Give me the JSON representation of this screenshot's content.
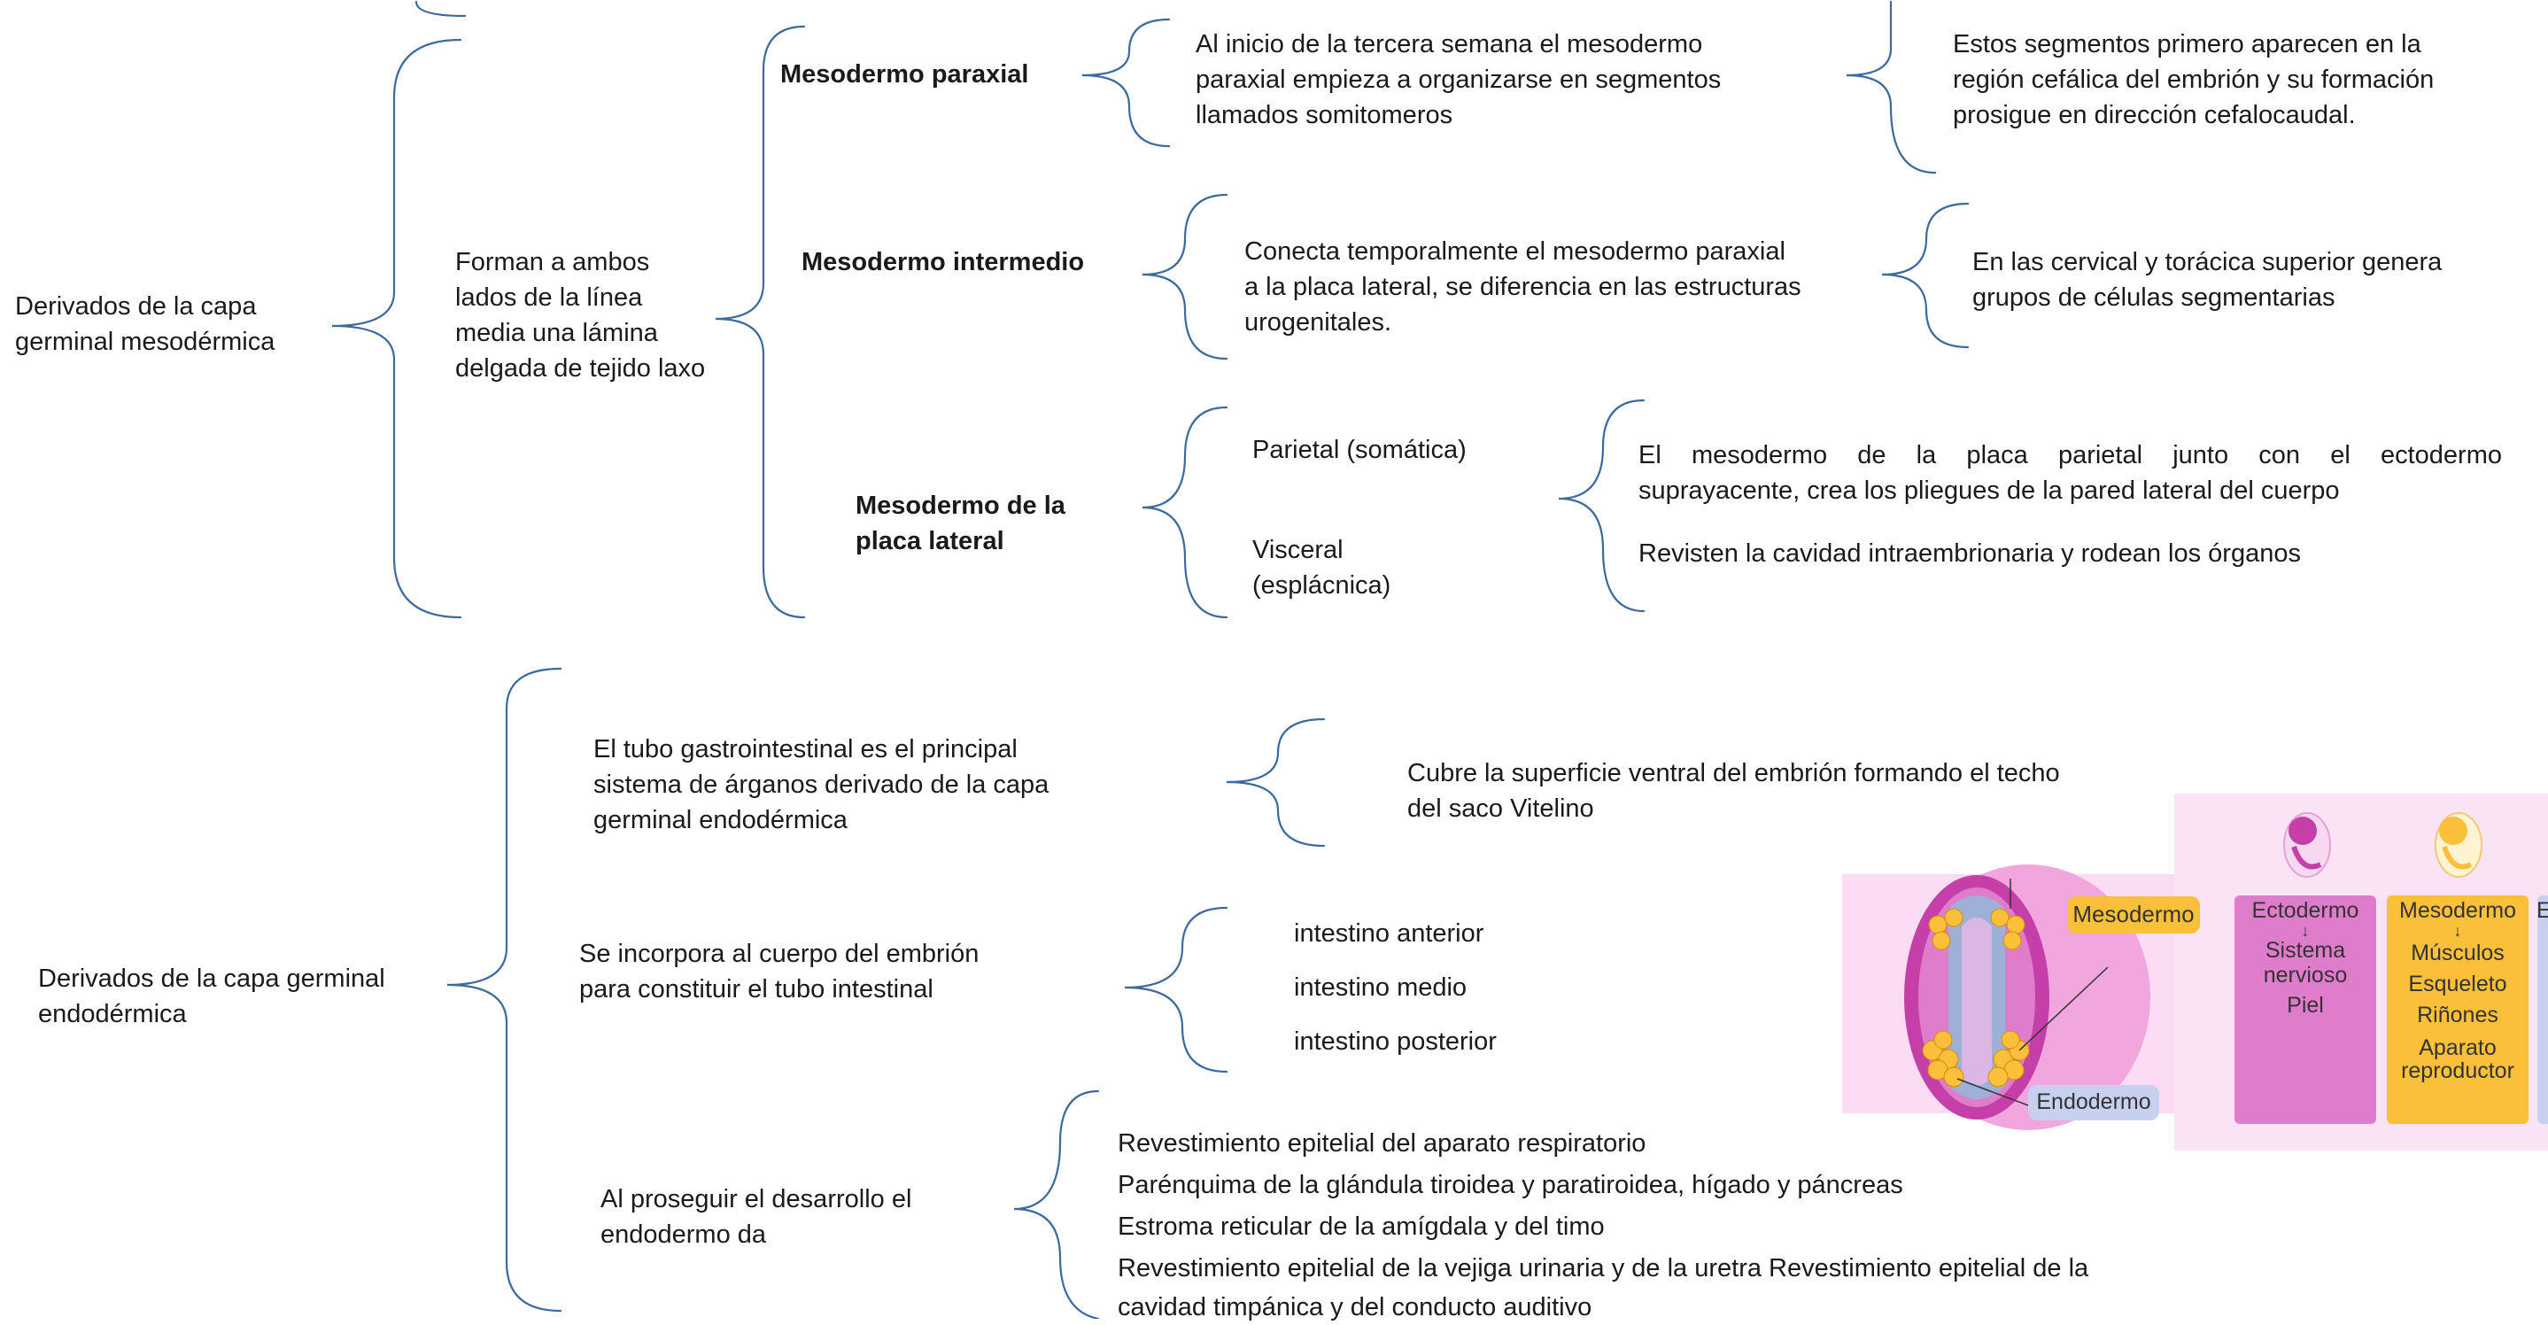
{
  "mesoderm": {
    "root": [
      "Derivados de la capa",
      "germinal mesodérmica"
    ],
    "forman": [
      "Forman a ambos",
      "lados de la línea",
      "media una lámina",
      "delgada de tejido laxo"
    ],
    "paraxial": {
      "title": "Mesodermo paraxial",
      "desc": [
        "Al inicio de la tercera semana el mesodermo",
        "paraxial empieza a organizarse en segmentos",
        "llamados somitomeros"
      ],
      "detail": [
        "Estos segmentos primero aparecen en la",
        "región cefálica del embrión y su formación",
        "prosigue en dirección cefalocaudal."
      ]
    },
    "intermedio": {
      "title": "Mesodermo intermedio",
      "desc": [
        "Conecta temporalmente el mesodermo paraxial",
        "a la placa lateral, se diferencia en las estructuras",
        "urogenitales."
      ],
      "detail": [
        "En las cervical y torácica superior genera",
        "grupos de células segmentarias"
      ]
    },
    "lateral": {
      "title": [
        "Mesodermo de la",
        "placa lateral"
      ],
      "parietal": "Parietal (somática)",
      "visceral": [
        "Visceral",
        "(esplácnica)"
      ],
      "detail1": [
        "El mesodermo de la placa parietal junto con el ectodermo",
        "suprayacente, crea los pliegues de la pared lateral del cuerpo"
      ],
      "detail2": "Revisten la cavidad intraembrionaria y rodean los órganos"
    }
  },
  "endoderm": {
    "root": [
      "Derivados de la capa germinal",
      "endodérmica"
    ],
    "tubo": [
      "El tubo gastrointestinal es el principal",
      "sistema de árganos derivado de la capa",
      "germinal endodérmica"
    ],
    "tubo_detail": [
      "Cubre la superficie ventral del embrión formando el techo",
      "del saco Vitelino"
    ],
    "incorpora": [
      "Se incorpora al cuerpo del embrión",
      "para constituir el tubo intestinal"
    ],
    "intestinos": [
      "intestino anterior",
      "intestino medio",
      "intestino posterior"
    ],
    "prosigue": [
      "Al proseguir el desarrollo el",
      "endodermo da"
    ],
    "derivados": [
      "Revestimiento epitelial del aparato respiratorio",
      "Parénquima de la glándula tiroidea y paratiroidea, hígado y páncreas",
      "Estroma reticular de la amígdala y del timo",
      "Revestimiento epitelial de la vejiga urinaria y de la uretra Revestimiento epitelial de la",
      "cavidad timpánica y del conducto auditivo"
    ]
  },
  "figure": {
    "label_mesodermo": "Mesodermo",
    "label_endodermo": "Endodermo",
    "col_ecto": {
      "title": "Ectodermo",
      "arrow": "↓",
      "items": [
        "Sistema",
        "nervioso",
        "Piel"
      ]
    },
    "col_meso": {
      "title": "Mesodermo",
      "arrow": "↓",
      "items": [
        "Músculos",
        "Esqueleto",
        "Riñones",
        "Aparato",
        "reproductor"
      ]
    },
    "col_endo_initial": "E"
  },
  "colors": {
    "brace": "#3d6a9e",
    "figure_bg": "#fbdcf4",
    "ecto_col": "#e07ccc",
    "meso_col": "#fbc03a",
    "endo_label": "#c8d0ef"
  }
}
